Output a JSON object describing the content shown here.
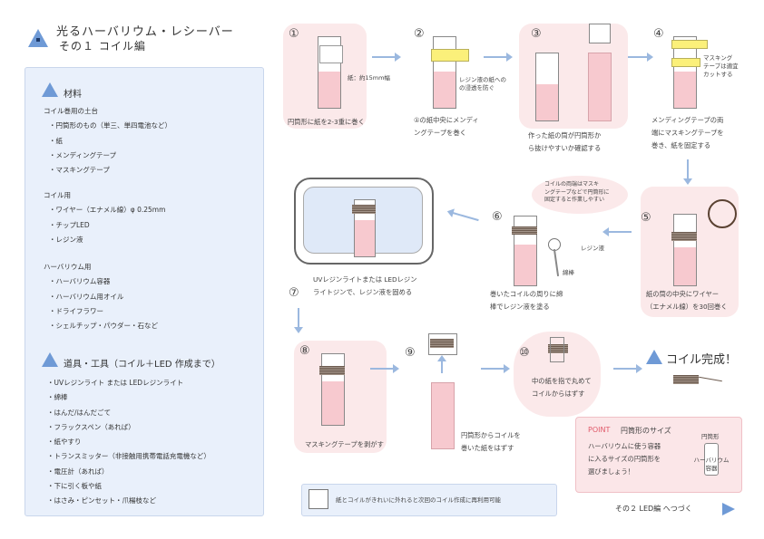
{
  "header": {
    "title": "光るハーバリウム・レシーバー",
    "subtitle": "その１ コイル編"
  },
  "materials": {
    "heading": "材料",
    "groups": [
      {
        "label": "コイル巻用の土台",
        "items": [
          "・円筒形のもの（単三、単四電池など）",
          "・紙",
          "・メンディングテープ",
          "・マスキングテープ"
        ]
      },
      {
        "label": "コイル用",
        "items": [
          "・ワイヤー（エナメル線）φ 0.25mm",
          "・チップLED",
          "・レジン液"
        ]
      },
      {
        "label": "ハーバリウム用",
        "items": [
          "・ハーバリウム容器",
          "・ハーバリウム用オイル",
          "・ドライフラワー",
          "・シェルチップ・パウダー・石など"
        ]
      }
    ],
    "tools_heading": "道具・工具（コイル＋LED 作成まで）",
    "tools": [
      "・UVレジンライト または LEDレジンライト",
      "・綿棒",
      "・はんだ/はんだごて",
      "・フラックスペン（あれば）",
      "・紙やすり",
      "・トランスミッター（非接触用携帯電話充電機など）",
      "・電圧計（あれば）",
      "・下に引く板や紙",
      "・はさみ・ピンセット・爪楊枝など"
    ]
  },
  "steps": {
    "s1": {
      "num": "①",
      "note": "紙：約15mm幅",
      "caption": "円筒形に紙を2-3重に巻く"
    },
    "s2": {
      "num": "②",
      "note1": "レジン液の紙への",
      "note2": "の浸透を防ぐ",
      "cap1": "①の紙中央にメンディ",
      "cap2": "ングテープを巻く"
    },
    "s3": {
      "num": "③",
      "cap1": "作った紙の筒が円筒形か",
      "cap2": "ら抜けやすいか確認する"
    },
    "s4": {
      "num": "④",
      "note1": "マスキング",
      "note2": "テープは適宜",
      "note3": "カットする",
      "cap1": "メンディングテープの両",
      "cap2": "端にマスキングテープを",
      "cap3": "巻き、紙を固定する"
    },
    "s5": {
      "num": "⑤",
      "cap1": "紙の筒の中央にワイヤー",
      "cap2": "（エナメル線）を30回巻く"
    },
    "s6": {
      "num": "⑥",
      "bubble1": "コイルの両端はマスキ",
      "bubble2": "ングテープなどで円筒形に",
      "bubble3": "固定すると作業しやすい",
      "label_resin": "レジン液",
      "label_swab": "綿棒",
      "cap1": "巻いたコイルの周りに綿",
      "cap2": "棒でレジン液を塗る"
    },
    "s7": {
      "num": "⑦",
      "cap1": "UVレジンライトまたは LEDレジン",
      "cap2": "ライトジンで、レジン液を固める"
    },
    "s8": {
      "num": "⑧",
      "caption": "マスキングテープを剥がす"
    },
    "s9": {
      "num": "⑨",
      "cap1": "円筒形からコイルを",
      "cap2": "巻いた紙をはずす"
    },
    "s10": {
      "num": "⑩",
      "cap1": "中の紙を指で丸めて",
      "cap2": "コイルからはずす"
    },
    "done": "コイル完成！"
  },
  "point": {
    "label": "POINT",
    "title": "円筒形のサイズ",
    "line1": "ハーバリウムに使う容器",
    "line2": "に入るサイズの円筒形を",
    "line3": "選びましょう！",
    "lbl_cyl": "円筒形",
    "lbl_cont1": "ハーバリウム",
    "lbl_cont2": "容器"
  },
  "footnote": "紙とコイルがきれいに外れると次回のコイル作成に再利用可能",
  "next": "その２ LED編 へつづく"
}
